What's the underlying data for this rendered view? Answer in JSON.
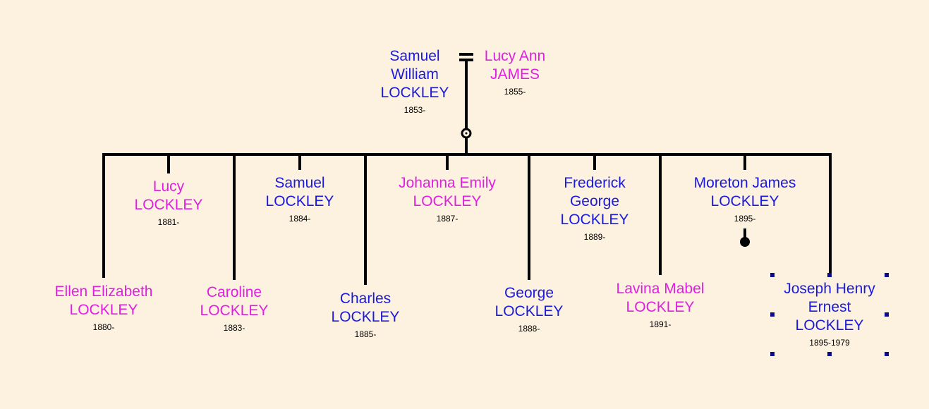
{
  "colors": {
    "background": "#fdf2e0",
    "male": "#1a1adc",
    "female": "#e020e0",
    "line": "#000000",
    "selection_handle": "#0a0a8c"
  },
  "parents": {
    "father": {
      "name_lines": [
        "Samuel",
        "William",
        "LOCKLEY"
      ],
      "dates": "1853-",
      "sex": "male"
    },
    "mother": {
      "name_lines": [
        "Lucy Ann",
        "JAMES"
      ],
      "dates": "1855-",
      "sex": "female"
    }
  },
  "children": [
    {
      "id": "ellen",
      "name_lines": [
        "Ellen Elizabeth",
        "LOCKLEY"
      ],
      "dates": "1880-",
      "sex": "female"
    },
    {
      "id": "lucy",
      "name_lines": [
        "Lucy",
        "LOCKLEY"
      ],
      "dates": "1881-",
      "sex": "female"
    },
    {
      "id": "caroline",
      "name_lines": [
        "Caroline",
        "LOCKLEY"
      ],
      "dates": "1883-",
      "sex": "female"
    },
    {
      "id": "samuel",
      "name_lines": [
        "Samuel",
        "LOCKLEY"
      ],
      "dates": "1884-",
      "sex": "male"
    },
    {
      "id": "charles",
      "name_lines": [
        "Charles",
        "LOCKLEY"
      ],
      "dates": "1885-",
      "sex": "male"
    },
    {
      "id": "johanna",
      "name_lines": [
        "Johanna Emily",
        "LOCKLEY"
      ],
      "dates": "1887-",
      "sex": "female"
    },
    {
      "id": "george",
      "name_lines": [
        "George",
        "LOCKLEY"
      ],
      "dates": "1888-",
      "sex": "male"
    },
    {
      "id": "frederick",
      "name_lines": [
        "Frederick",
        "George",
        "LOCKLEY"
      ],
      "dates": "1889-",
      "sex": "male"
    },
    {
      "id": "lavina",
      "name_lines": [
        "Lavina Mabel",
        "LOCKLEY"
      ],
      "dates": "1891-",
      "sex": "female"
    },
    {
      "id": "moreton",
      "name_lines": [
        "Moreton James",
        "LOCKLEY"
      ],
      "dates": "1895-",
      "sex": "male",
      "has_descendants": true
    },
    {
      "id": "joseph",
      "name_lines": [
        "Joseph Henry",
        "Ernest",
        "LOCKLEY"
      ],
      "dates": "1895-1979",
      "sex": "male",
      "selected": true
    }
  ]
}
